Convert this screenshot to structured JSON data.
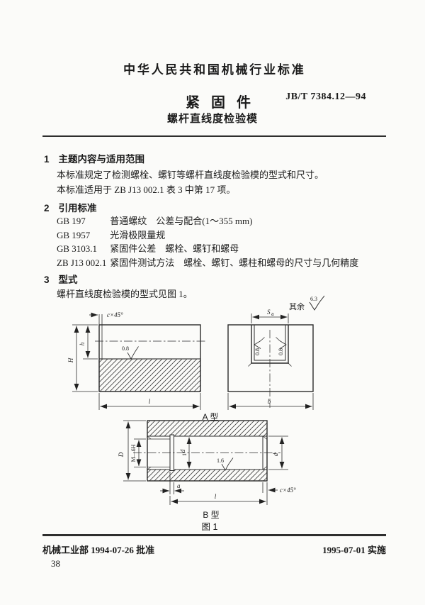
{
  "doc": {
    "header": {
      "org": "中华人民共和国机械行业标准",
      "std_no": "JB/T 7384.12—94",
      "title1": "紧固件",
      "title2": "螺杆直线度检验模"
    },
    "sec1": {
      "num": "1",
      "title": "主题内容与适用范围",
      "p1": "本标准规定了检测螺栓、螺钉等螺杆直线度检验模的型式和尺寸。",
      "p2": "本标准适用于 ZB J13 002.1 表 3 中第 17 项。"
    },
    "sec2": {
      "num": "2",
      "title": "引用标准",
      "refs": [
        {
          "code": "GB 197",
          "title": "普通螺纹　公差与配合(1～355 mm)"
        },
        {
          "code": "GB 1957",
          "title": "光滑极限量规"
        },
        {
          "code": "GB 3103.1",
          "title": "紧固件公差　螺栓、螺钉和螺母"
        },
        {
          "code": "ZB J13 002.1",
          "title": "紧固件测试方法　螺栓、螺钉、螺柱和螺母的尺寸与几何精度"
        }
      ]
    },
    "sec3": {
      "num": "3",
      "title": "型式",
      "p1": "螺杆直线度检验模的型式见图 1。"
    },
    "fig": {
      "rest_label": "其余",
      "rest_value": "6.3",
      "type_a": "A 型",
      "type_b": "B 型",
      "caption": "图 1",
      "dims": {
        "chamfer": "c×45°",
        "H": "H",
        "h": "h",
        "l": "l",
        "r08": "0.8",
        "Sa_main": "S",
        "Sa_sub": "a",
        "b": "b",
        "D": "D",
        "thread": "M—6H",
        "d1_main": "d",
        "d1_sub": "1",
        "d": "d",
        "r16": "1.6",
        "a": "a"
      }
    },
    "footer": {
      "left": "机械工业部 1994-07-26 批准",
      "right": "1995-07-01 实施",
      "page_no": "38"
    }
  }
}
